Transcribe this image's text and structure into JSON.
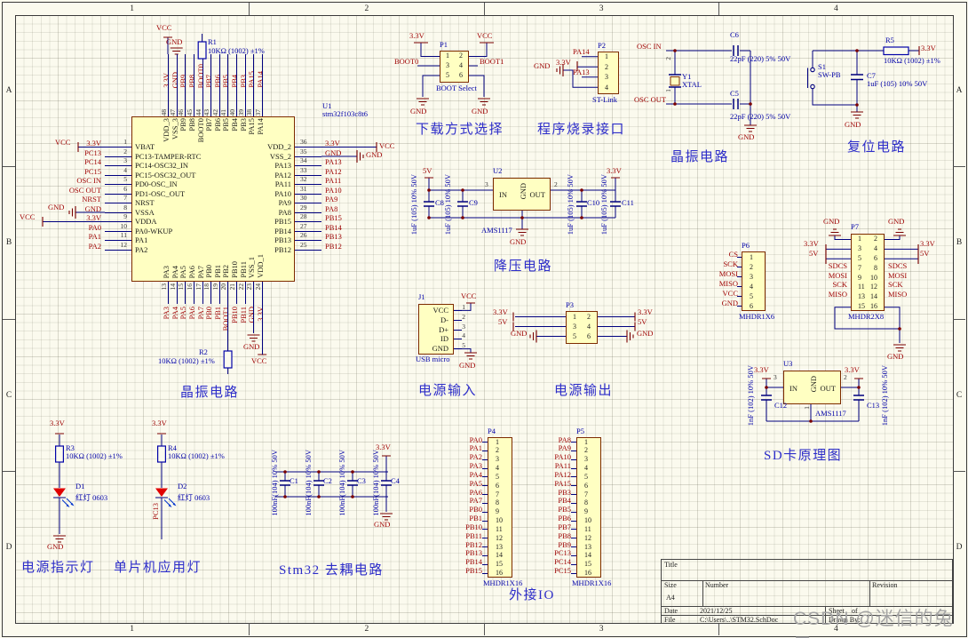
{
  "power": {
    "vcc": "VCC",
    "v33": "3.3V",
    "v5": "5V",
    "gnd": "GND"
  },
  "zones": {
    "cols": [
      "1",
      "2",
      "3",
      "4"
    ],
    "rows": [
      "A",
      "B",
      "C",
      "D"
    ]
  },
  "watermark": "CSDN @迷信的兔子",
  "section_titles": {
    "download": "下载方式选择",
    "program": "程序烧录接口",
    "crystal": "晶振电路",
    "reset": "复位电路",
    "buck": "降压电路",
    "crystal_mcu": "晶振电路",
    "power_in": "电源输入",
    "power_out": "电源输出",
    "sd": "SD卡原理图",
    "led_power": "电源指示灯",
    "led_app": "单片机应用灯",
    "decouple": "Stm32 去耦电路",
    "ext_io": "外接IO"
  },
  "nets": {
    "osc_in": "OSC IN",
    "osc_out": "OSC OUT",
    "boot0": "BOOT0",
    "boot1": "BOOT1",
    "pa14": "PA14",
    "pa13": "PA13",
    "pc13": "PC13"
  },
  "mcu": {
    "ref": "U1",
    "part": "stm32f103c8t6",
    "left": [
      {
        "net": "3.3V",
        "num": "1",
        "name": "VBAT"
      },
      {
        "net": "PC13",
        "num": "2",
        "name": "PC13-TAMPER-RTC"
      },
      {
        "net": "PC14",
        "num": "3",
        "name": "PC14-OSC32_IN"
      },
      {
        "net": "PC15",
        "num": "4",
        "name": "PC15-OSC32_OUT"
      },
      {
        "net": "OSC IN",
        "num": "5",
        "name": "PD0-OSC_IN"
      },
      {
        "net": "OSC OUT",
        "num": "6",
        "name": "PD1-OSC_OUT"
      },
      {
        "net": "NRST",
        "num": "7",
        "name": "NRST"
      },
      {
        "net": "GND",
        "num": "8",
        "name": "VSSA"
      },
      {
        "net": "3.3V",
        "num": "9",
        "name": "VDDA"
      },
      {
        "net": "PA0",
        "num": "10",
        "name": "PA0-WKUP"
      },
      {
        "net": "PA1",
        "num": "11",
        "name": "PA1"
      },
      {
        "net": "PA2",
        "num": "12",
        "name": "PA2"
      }
    ],
    "right": [
      {
        "name": "VDD_2",
        "num": "36",
        "net": "3.3V"
      },
      {
        "name": "VSS_2",
        "num": "35",
        "net": "GND"
      },
      {
        "name": "PA13",
        "num": "34",
        "net": "PA13"
      },
      {
        "name": "PA12",
        "num": "33",
        "net": "PA12"
      },
      {
        "name": "PA11",
        "num": "32",
        "net": "PA11"
      },
      {
        "name": "PA10",
        "num": "31",
        "net": "PA10"
      },
      {
        "name": "PA9",
        "num": "30",
        "net": "PA9"
      },
      {
        "name": "PA8",
        "num": "29",
        "net": "PA8"
      },
      {
        "name": "PB15",
        "num": "28",
        "net": "PB15"
      },
      {
        "name": "PB14",
        "num": "27",
        "net": "PB14"
      },
      {
        "name": "PB13",
        "num": "26",
        "net": "PB13"
      },
      {
        "name": "PB12",
        "num": "25",
        "net": "PB12"
      }
    ],
    "top": [
      {
        "num": "48",
        "name": "VDD_3",
        "net": "3.3V"
      },
      {
        "num": "47",
        "name": "VSS_3",
        "net": "GND"
      },
      {
        "num": "46",
        "name": "PB9",
        "net": "PB9"
      },
      {
        "num": "45",
        "name": "PB8",
        "net": "PB8"
      },
      {
        "num": "44",
        "name": "BOOT0",
        "net": "BOOT0"
      },
      {
        "num": "43",
        "name": "PB7",
        "net": "PB7"
      },
      {
        "num": "42",
        "name": "PB6",
        "net": "PB6"
      },
      {
        "num": "41",
        "name": "PB5",
        "net": "PB5"
      },
      {
        "num": "40",
        "name": "PB4",
        "net": "PB4"
      },
      {
        "num": "39",
        "name": "PB3",
        "net": "PB3"
      },
      {
        "num": "38",
        "name": "PA15",
        "net": "PA15"
      },
      {
        "num": "37",
        "name": "PA14",
        "net": "PA14"
      }
    ],
    "bottom": [
      {
        "num": "13",
        "name": "PA3",
        "net": "PA3"
      },
      {
        "num": "14",
        "name": "PA4",
        "net": "PA4"
      },
      {
        "num": "15",
        "name": "PA5",
        "net": "PA5"
      },
      {
        "num": "16",
        "name": "PA6",
        "net": "PA6"
      },
      {
        "num": "17",
        "name": "PA7",
        "net": "PA7"
      },
      {
        "num": "18",
        "name": "PB0",
        "net": "PB0"
      },
      {
        "num": "19",
        "name": "PB1",
        "net": "PB1"
      },
      {
        "num": "20",
        "name": "PB2",
        "net": "BOOT1"
      },
      {
        "num": "21",
        "name": "PB10",
        "net": "PB10"
      },
      {
        "num": "22",
        "name": "PB11",
        "net": "PB11"
      },
      {
        "num": "23",
        "name": "VSS_1",
        "net": "GND"
      },
      {
        "num": "24",
        "name": "VDD_1",
        "net": "3.3V"
      }
    ]
  },
  "resistors": {
    "r1": {
      "ref": "R1",
      "val": "10KΩ (1002) ±1%"
    },
    "r2": {
      "ref": "R2",
      "val": "10KΩ (1002) ±1%"
    },
    "r3": {
      "ref": "R3",
      "val": "10KΩ (1002) ±1%"
    },
    "r4": {
      "ref": "R4",
      "val": "10KΩ (1002) ±1%"
    },
    "r5": {
      "ref": "R5",
      "val": "10KΩ (1002) ±1%"
    }
  },
  "caps": {
    "c1": {
      "ref": "C1",
      "val": "100nF(104) 10% 50V"
    },
    "c2": {
      "ref": "C2",
      "val": "100nF(104) 10% 50V"
    },
    "c3": {
      "ref": "C3",
      "val": "100nF(104) 10% 50V"
    },
    "c4": {
      "ref": "C4",
      "val": "100nF(104) 10% 50V"
    },
    "c5": {
      "ref": "C5",
      "val": "22pF (220) 5% 50V"
    },
    "c6": {
      "ref": "C6",
      "val": "22pF (220) 5% 50V"
    },
    "c7": {
      "ref": "C7",
      "val": "1uF (105) 10% 50V"
    },
    "c8": {
      "ref": "C8",
      "val": "1uF (105) 10% 50V"
    },
    "c9": {
      "ref": "C9",
      "val": "1uF (105) 10% 50V"
    },
    "c10": {
      "ref": "C10",
      "val": "1uF (105) 10% 50V"
    },
    "c11": {
      "ref": "C11",
      "val": "1uF (105) 10% 50V"
    },
    "c12": {
      "ref": "C12",
      "val": "1nF (102) 10% 50V"
    },
    "c13": {
      "ref": "C13",
      "val": "1nF (102) 10% 50V"
    }
  },
  "u2": {
    "ref": "U2",
    "part": "AMS1117",
    "in": "IN",
    "gnd": "GND",
    "out": "OUT",
    "pin_in": "3",
    "pin_out": "2"
  },
  "u3": {
    "ref": "U3",
    "part": "AMS1117",
    "in": "IN",
    "gnd": "GND",
    "out": "OUT",
    "pin_in": "3",
    "pin_out": "2",
    "pin_gnd": "1"
  },
  "y1": {
    "ref": "Y1",
    "part": "XTAL",
    "pin_top": "2",
    "pin_bot": "1"
  },
  "s1": {
    "ref": "S1",
    "part": "SW-PB"
  },
  "d1": {
    "ref": "D1",
    "val": "红灯 0603"
  },
  "d2": {
    "ref": "D2",
    "val": "红灯 0603"
  },
  "j1": {
    "ref": "J1",
    "part": "USB micro",
    "pins": [
      {
        "name": "VCC",
        "num": "1"
      },
      {
        "name": "D-",
        "num": "2"
      },
      {
        "name": "D+",
        "num": "3"
      },
      {
        "name": "ID",
        "num": "4"
      },
      {
        "name": "GND",
        "num": "5"
      }
    ]
  },
  "p1": {
    "ref": "P1",
    "part": "BOOT Select",
    "rows": [
      {
        "a": "1",
        "b": "2"
      },
      {
        "a": "3",
        "b": "4"
      },
      {
        "a": "5",
        "b": "6"
      }
    ]
  },
  "p2": {
    "ref": "P2",
    "part": "ST-Link",
    "pins": [
      "1",
      "2",
      "3",
      "4"
    ]
  },
  "p3": {
    "ref": "P3",
    "rows": [
      {
        "a": "1",
        "b": "2"
      },
      {
        "a": "3",
        "b": "4"
      },
      {
        "a": "5",
        "b": "6"
      }
    ]
  },
  "p4": {
    "ref": "P4",
    "part": "MHDR1X16",
    "pins": [
      {
        "net": "PA0",
        "num": "1"
      },
      {
        "net": "PA1",
        "num": "2"
      },
      {
        "net": "PA2",
        "num": "3"
      },
      {
        "net": "PA3",
        "num": "4"
      },
      {
        "net": "PA4",
        "num": "5"
      },
      {
        "net": "PA5",
        "num": "6"
      },
      {
        "net": "PA6",
        "num": "7"
      },
      {
        "net": "PA7",
        "num": "8"
      },
      {
        "net": "PB0",
        "num": "9"
      },
      {
        "net": "PB1",
        "num": "10"
      },
      {
        "net": "PB10",
        "num": "11"
      },
      {
        "net": "PB11",
        "num": "12"
      },
      {
        "net": "PB12",
        "num": "13"
      },
      {
        "net": "PB13",
        "num": "14"
      },
      {
        "net": "PB14",
        "num": "15"
      },
      {
        "net": "PB15",
        "num": "16"
      }
    ]
  },
  "p5": {
    "ref": "P5",
    "part": "MHDR1X16",
    "pins": [
      {
        "net": "PA8",
        "num": "1"
      },
      {
        "net": "PA9",
        "num": "2"
      },
      {
        "net": "PA10",
        "num": "3"
      },
      {
        "net": "PA11",
        "num": "4"
      },
      {
        "net": "PA12",
        "num": "5"
      },
      {
        "net": "PA15",
        "num": "6"
      },
      {
        "net": "PB3",
        "num": "7"
      },
      {
        "net": "PB4",
        "num": "8"
      },
      {
        "net": "PB5",
        "num": "9"
      },
      {
        "net": "PB6",
        "num": "10"
      },
      {
        "net": "PB7",
        "num": "11"
      },
      {
        "net": "PB8",
        "num": "12"
      },
      {
        "net": "PB9",
        "num": "13"
      },
      {
        "net": "PC13",
        "num": "14"
      },
      {
        "net": "PC14",
        "num": "15"
      },
      {
        "net": "PC15",
        "num": "16"
      }
    ]
  },
  "p6": {
    "ref": "P6",
    "part": "MHDR1X6",
    "pins": [
      {
        "net": "CS",
        "num": "1"
      },
      {
        "net": "SCK",
        "num": "2"
      },
      {
        "net": "MOSI",
        "num": "3"
      },
      {
        "net": "MISO",
        "num": "4"
      },
      {
        "net": "VCC",
        "num": "5"
      },
      {
        "net": "GND",
        "num": "6"
      }
    ]
  },
  "p7": {
    "ref": "P7",
    "part": "MHDR2X8",
    "rows": [
      {
        "l": "",
        "a": "1",
        "b": "2",
        "r": ""
      },
      {
        "l": "",
        "a": "3",
        "b": "4",
        "r": ""
      },
      {
        "l": "",
        "a": "5",
        "b": "6",
        "r": ""
      },
      {
        "l": "SDCS",
        "a": "7",
        "b": "8",
        "r": "SDCS"
      },
      {
        "l": "MOSI",
        "a": "9",
        "b": "10",
        "r": "MOSI"
      },
      {
        "l": "SCK",
        "a": "11",
        "b": "12",
        "r": "SCK"
      },
      {
        "l": "MISO",
        "a": "13",
        "b": "14",
        "r": "MISO"
      },
      {
        "l": "",
        "a": "15",
        "b": "16",
        "r": ""
      }
    ]
  },
  "titleblock": {
    "title": "Title",
    "size": "Size",
    "size_val": "A4",
    "number": "Number",
    "revision": "Revision",
    "date": "Date",
    "date_val": "2021/12/25",
    "sheet": "Sheet",
    "of": "of",
    "file": "File",
    "file_val": "C:\\Users\\..\\STM32.SchDoc",
    "drawn": "Drawn By:"
  }
}
